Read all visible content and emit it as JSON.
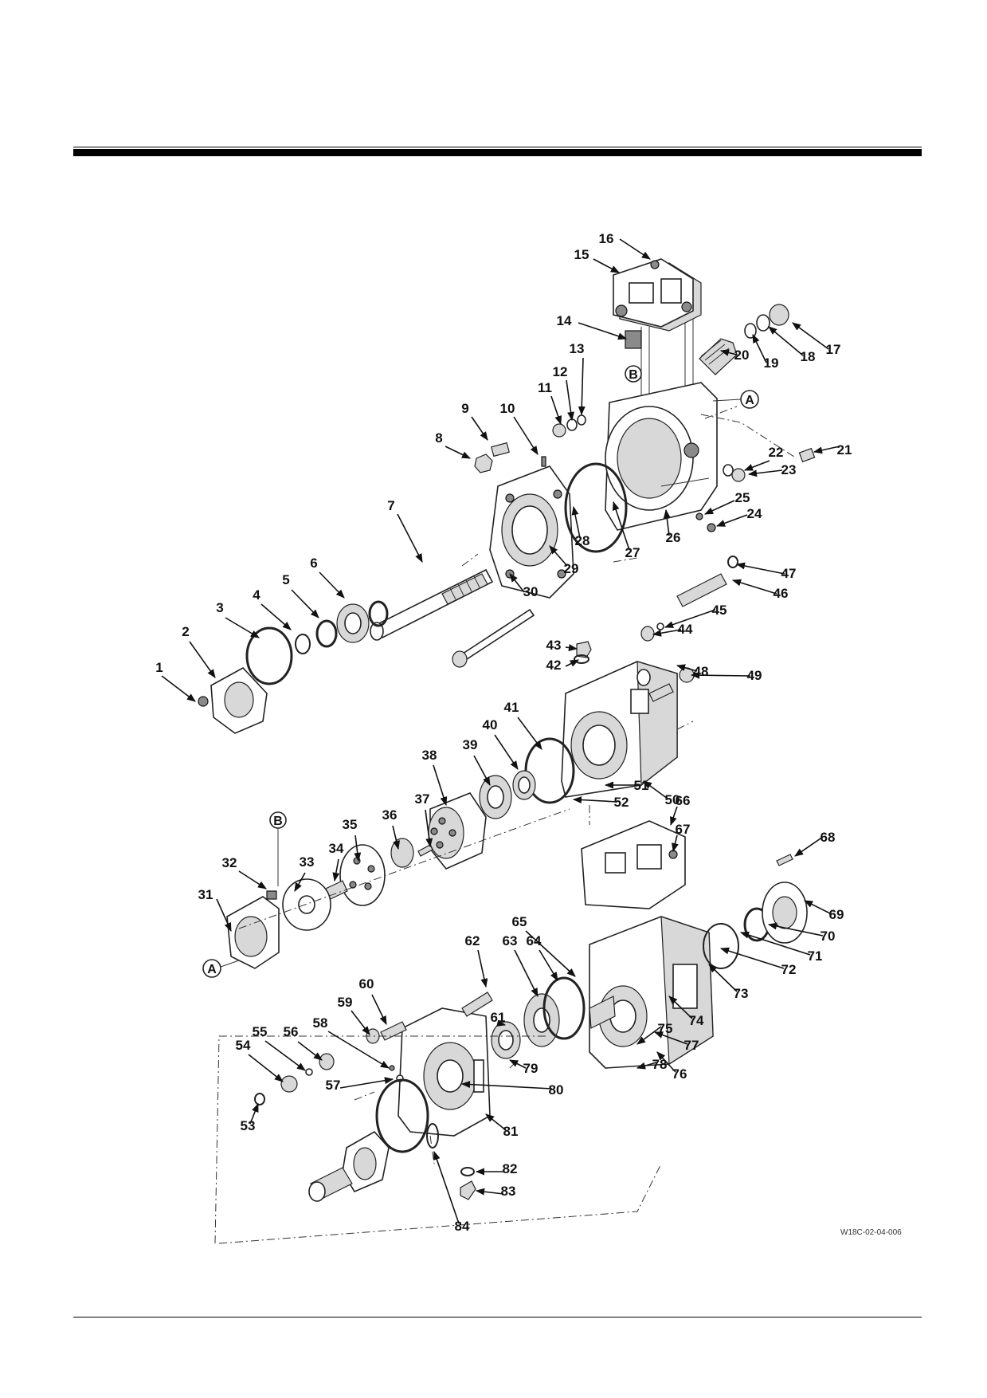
{
  "drawing_code": "W18C-02-04-006",
  "reference_marks": [
    "A",
    "B"
  ],
  "callouts": [
    "1",
    "2",
    "3",
    "4",
    "5",
    "6",
    "7",
    "8",
    "9",
    "10",
    "11",
    "12",
    "13",
    "14",
    "15",
    "16",
    "17",
    "18",
    "19",
    "20",
    "21",
    "22",
    "23",
    "24",
    "25",
    "26",
    "27",
    "28",
    "29",
    "30",
    "31",
    "32",
    "33",
    "34",
    "35",
    "36",
    "37",
    "38",
    "39",
    "40",
    "41",
    "42",
    "43",
    "44",
    "45",
    "46",
    "47",
    "48",
    "49",
    "50",
    "51",
    "52",
    "53",
    "54",
    "55",
    "56",
    "57",
    "58",
    "59",
    "60",
    "61",
    "62",
    "63",
    "64",
    "65",
    "66",
    "67",
    "68",
    "69",
    "70",
    "71",
    "72",
    "73",
    "74",
    "75",
    "76",
    "77",
    "78",
    "79",
    "80",
    "81",
    "82",
    "83",
    "84"
  ]
}
